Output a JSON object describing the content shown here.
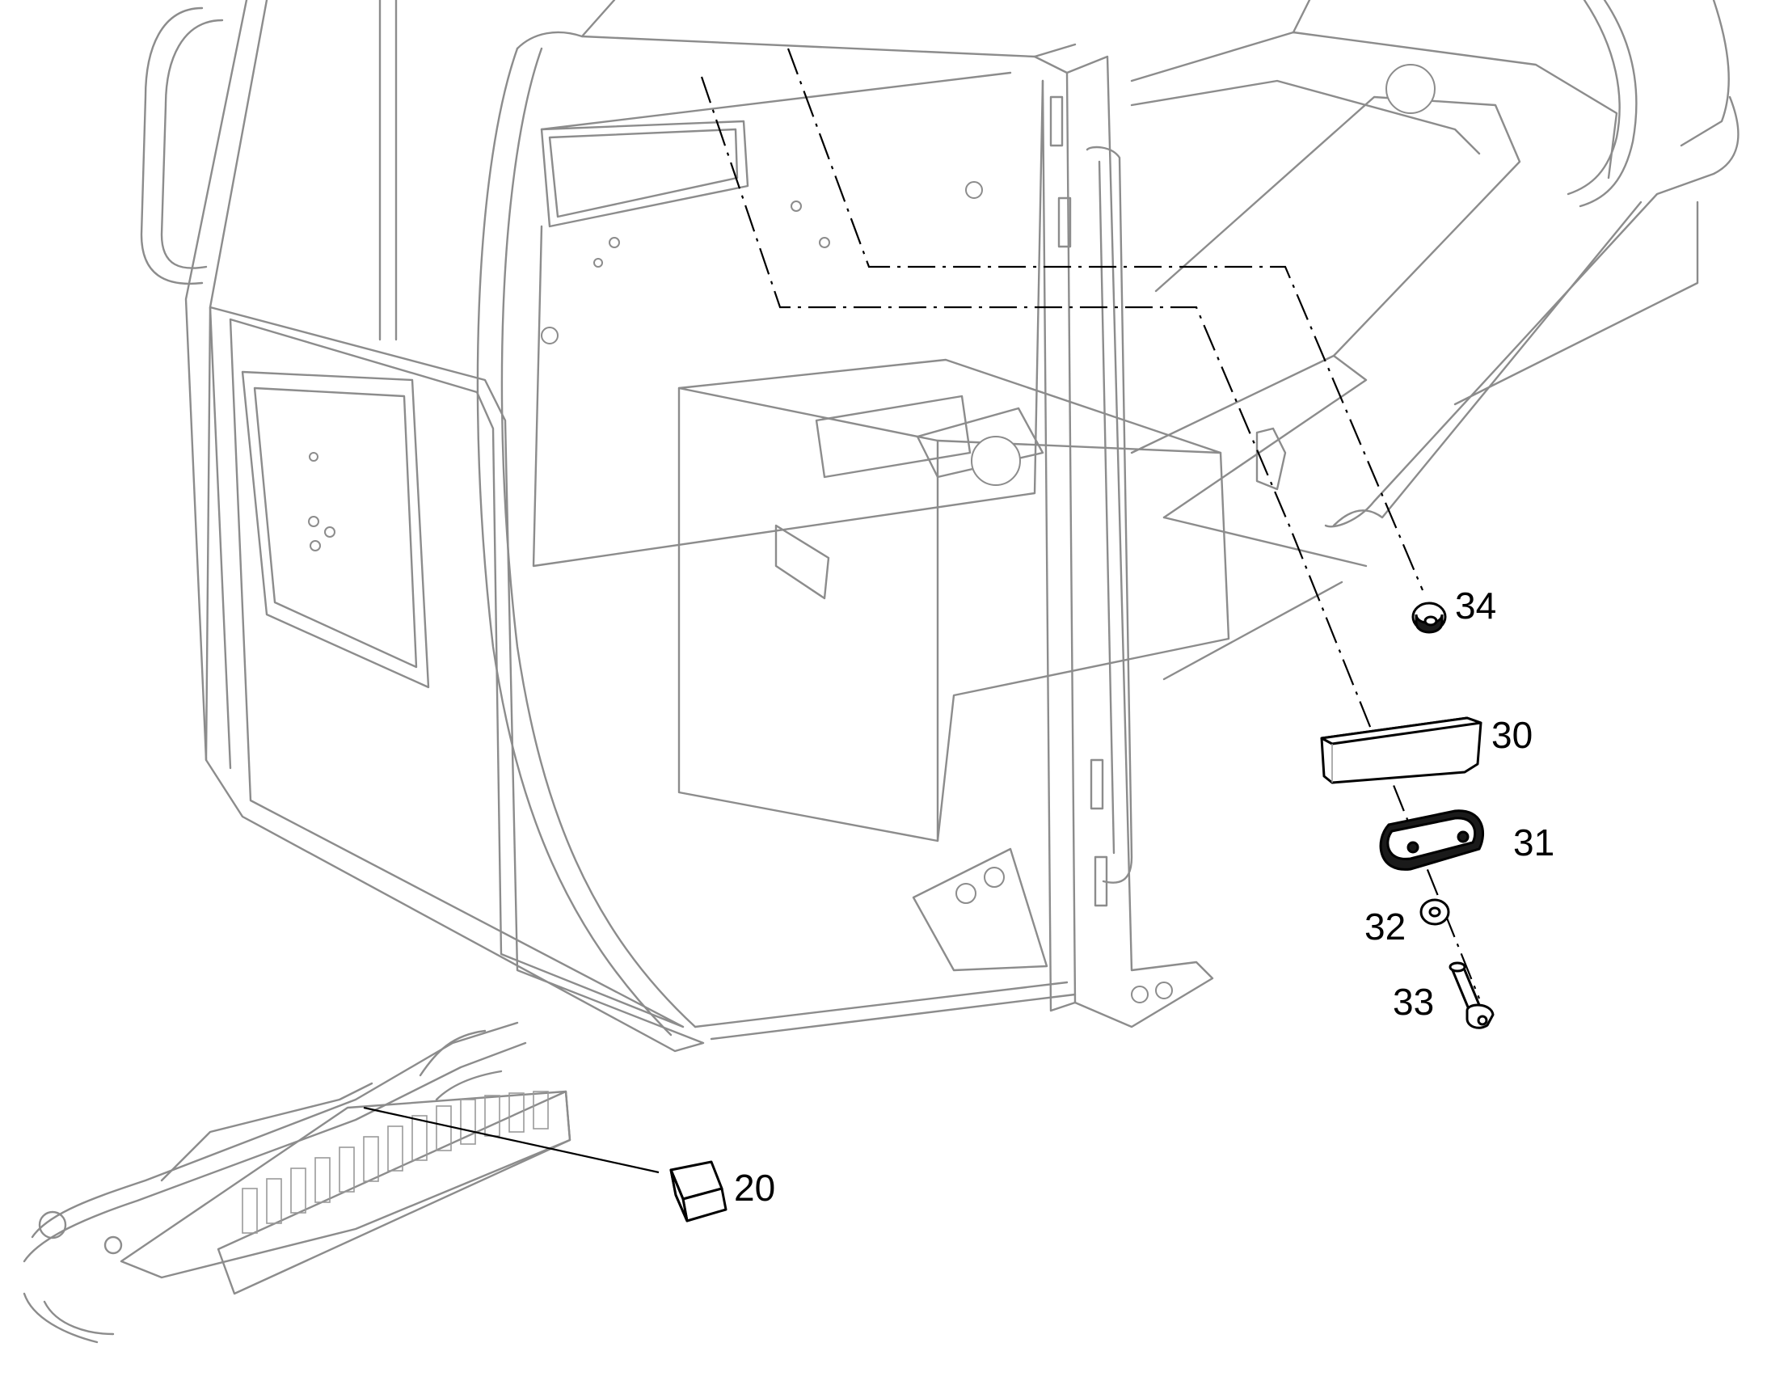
{
  "callouts": {
    "c20": "20",
    "c30": "30",
    "c31": "31",
    "c32": "32",
    "c33": "33",
    "c34": "34"
  },
  "colors": {
    "linework": "#8c8c8c",
    "leader": "#000000",
    "background": "#ffffff"
  }
}
